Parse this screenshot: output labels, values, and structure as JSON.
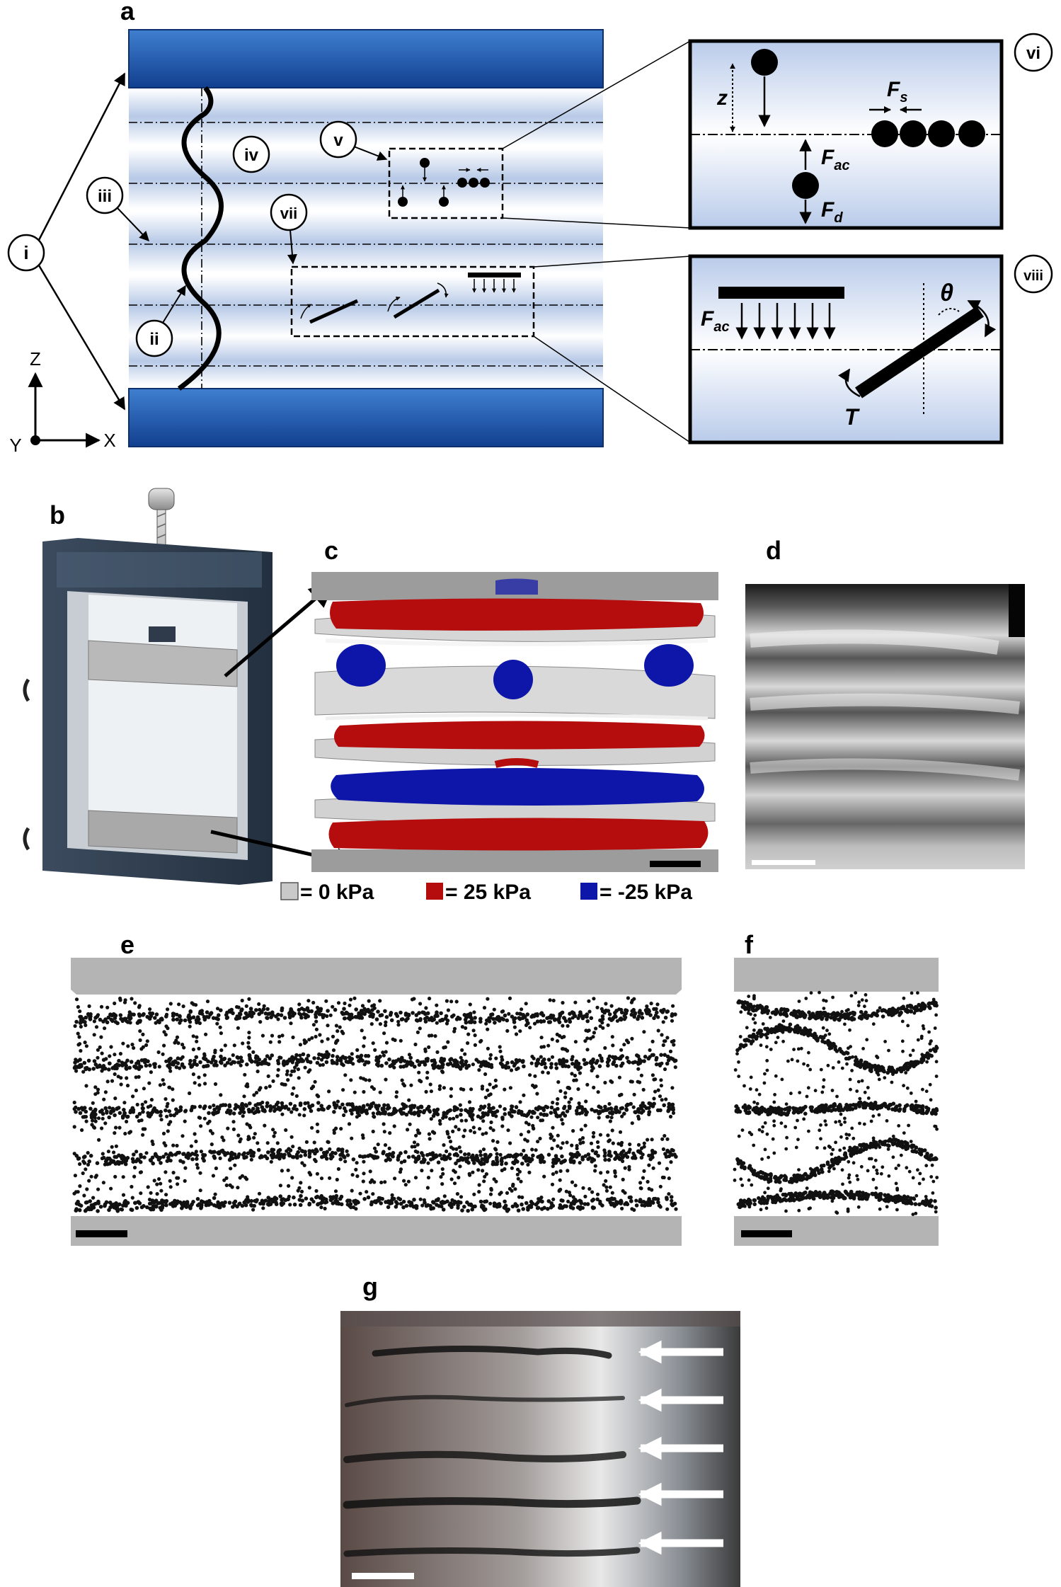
{
  "panel_labels": {
    "a": "a",
    "b": "b",
    "c": "c",
    "d": "d",
    "e": "e",
    "f": "f",
    "g": "g"
  },
  "roman": {
    "i": "i",
    "ii": "ii",
    "iii": "iii",
    "iv": "iv",
    "v": "v",
    "vi": "vi",
    "vii": "vii",
    "viii": "viii"
  },
  "axes": {
    "z": "Z",
    "y": "Y",
    "x": "X"
  },
  "symbols": {
    "z": "z",
    "fs": "F",
    "fs_sub": "s",
    "fac": "F",
    "fac_sub": "ac",
    "fd": "F",
    "fd_sub": "d",
    "fac2": "F",
    "fac2_sub": "ac",
    "theta": "θ",
    "tau": "T"
  },
  "legend": {
    "zero": "= 0 kPa",
    "pos": "= 25 kPa",
    "neg": "= -25 kPa"
  },
  "colors": {
    "wall_blue": "#1f5bb0",
    "pressure_red": "#b50d0d",
    "pressure_blue": "#0d16a8",
    "pressure_zero": "#c9c9c9"
  }
}
